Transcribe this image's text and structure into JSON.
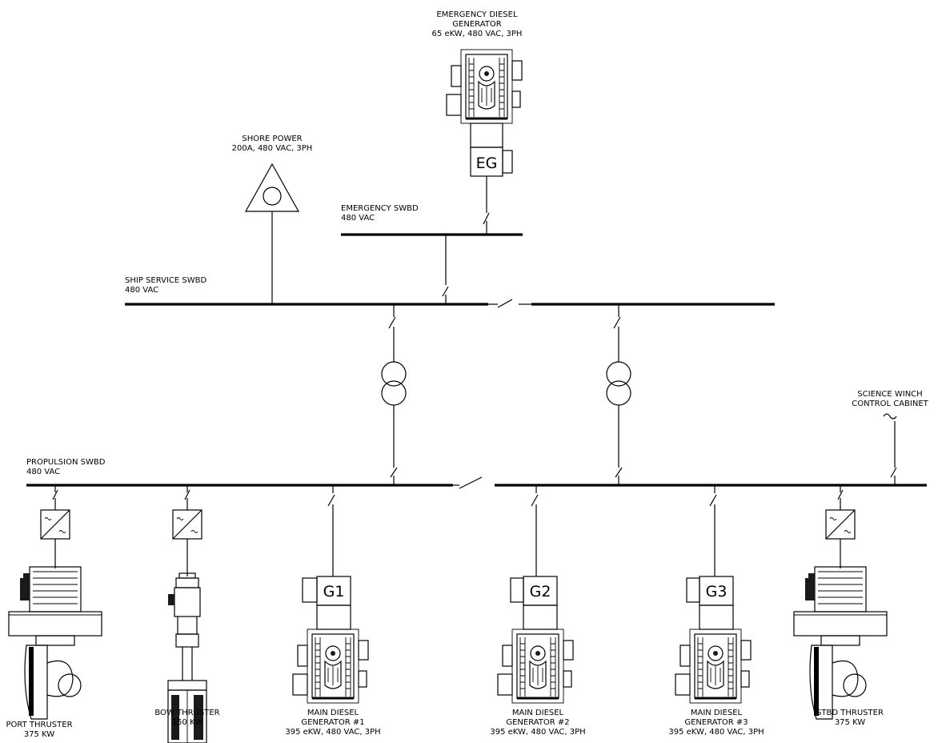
{
  "labels": {
    "emergency_gen_line1": "EMERGENCY DIESEL",
    "emergency_gen_line2": "GENERATOR",
    "emergency_gen_line3": "65 eKW, 480 VAC, 3PH",
    "shore_power_line1": "SHORE POWER",
    "shore_power_line2": "200A, 480 VAC, 3PH",
    "emergency_swbd_line1": "EMERGENCY SWBD",
    "emergency_swbd_line2": "480 VAC",
    "ship_service_swbd_line1": "SHIP SERVICE SWBD",
    "ship_service_swbd_line2": "480 VAC",
    "science_winch_line1": "SCIENCE WINCH",
    "science_winch_line2": "CONTROL CABINET",
    "propulsion_swbd_line1": "PROPULSION SWBD",
    "propulsion_swbd_line2": "480 VAC",
    "port_thruster_line1": "PORT THRUSTER",
    "port_thruster_line2": "375 KW",
    "bow_thruster_line1": "BOW THRUSTER",
    "bow_thruster_line2": "150 KW",
    "gen1_line1": "MAIN DIESEL",
    "gen1_line2": "GENERATOR #1",
    "gen1_line3": "395 eKW, 480 VAC, 3PH",
    "gen2_line1": "MAIN DIESEL",
    "gen2_line2": "GENERATOR #2",
    "gen2_line3": "395 eKW, 480 VAC, 3PH",
    "gen3_line1": "MAIN DIESEL",
    "gen3_line2": "GENERATOR #3",
    "gen3_line3": "395 eKW, 480 VAC, 3PH",
    "stbd_thruster_line1": "STBD THRUSTER",
    "stbd_thruster_line2": "375 KW"
  },
  "generator_tags": {
    "emergency": "EG",
    "g1": "G1",
    "g2": "G2",
    "g3": "G3"
  },
  "icons": [
    "engine-icon",
    "generator-box-icon",
    "breaker-icon",
    "transformer-icon",
    "vfd-converter-icon",
    "thruster-icon",
    "shore-power-triangle-icon",
    "ac-tilde-icon"
  ]
}
